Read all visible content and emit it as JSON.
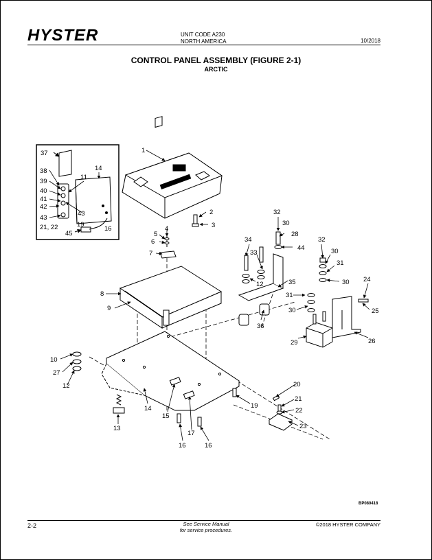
{
  "header": {
    "brand": "HYSTER",
    "unit_code": "UNIT CODE A230",
    "region": "NORTH AMERICA",
    "date": "10/2018"
  },
  "title": "CONTROL PANEL ASSEMBLY (FIGURE 2-1)",
  "subtitle": "ARCTIC",
  "callouts": {
    "n1": "1",
    "n2": "2",
    "n3": "3",
    "n4": "4",
    "n5": "5",
    "n6": "6",
    "n7": "7",
    "n8": "8",
    "n9": "9",
    "n10": "10",
    "n11": "11",
    "n12": "12",
    "n13": "13",
    "n14": "14",
    "n15": "15",
    "n16": "16",
    "n17": "17",
    "n19": "19",
    "n20": "20",
    "n21": "21",
    "n21_22": "21, 22",
    "n22": "22",
    "n23": "23",
    "n24": "24",
    "n25": "25",
    "n26": "26",
    "n27": "27",
    "n28": "28",
    "n29": "29",
    "n30": "30",
    "n31": "31",
    "n32": "32",
    "n33": "33",
    "n34": "34",
    "n35": "35",
    "n36": "36",
    "n37": "37",
    "n38": "38",
    "n39": "39",
    "n40": "40",
    "n41": "41",
    "n42": "42",
    "n43": "43",
    "n44": "44",
    "n45": "45"
  },
  "figure_code": "BP080418",
  "footer": {
    "page": "2-2",
    "note_line1": "See Service Manual",
    "note_line2": "for service procedures.",
    "copyright": "©2018 HYSTER COMPANY"
  }
}
